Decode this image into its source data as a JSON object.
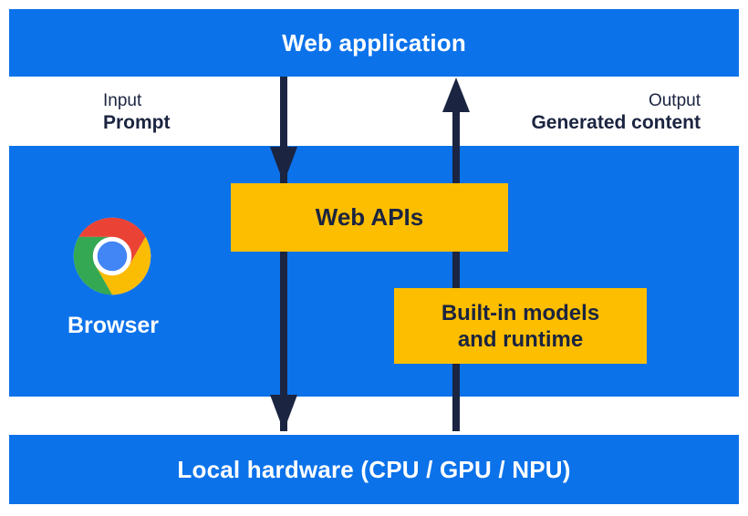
{
  "colors": {
    "blue": "#0b72ea",
    "yellow": "#fdbe00",
    "ink": "#1b2440",
    "chrome-red": "#ea4335",
    "chrome-yellow": "#fbbc04",
    "chrome-green": "#34a853",
    "chrome-blue": "#4285f4"
  },
  "layers": {
    "web_application": "Web application",
    "browser": "Browser",
    "local_hardware": "Local hardware (CPU / GPU / NPU)"
  },
  "io": {
    "input_title": "Input",
    "input_value": "Prompt",
    "output_title": "Output",
    "output_value": "Generated content"
  },
  "boxes": {
    "web_apis": "Web APIs",
    "built_in_line1": "Built-in models",
    "built_in_line2": "and runtime"
  }
}
